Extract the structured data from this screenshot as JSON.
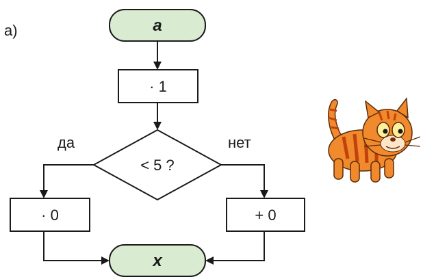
{
  "diagram": {
    "label": "а)",
    "start": "a",
    "end": "x",
    "step_multiply": "· 1",
    "condition": "< 5 ?",
    "yes_label": "да",
    "no_label": "нет",
    "yes_action": "· 0",
    "no_action": "+ 0"
  },
  "colors": {
    "terminal_fill": "#d9ecd1",
    "stroke": "#1a1a1a",
    "cat_orange": "#f08a2c",
    "cat_stripe": "#c2410c"
  },
  "illustration": {
    "icon": "cat-illustration"
  }
}
